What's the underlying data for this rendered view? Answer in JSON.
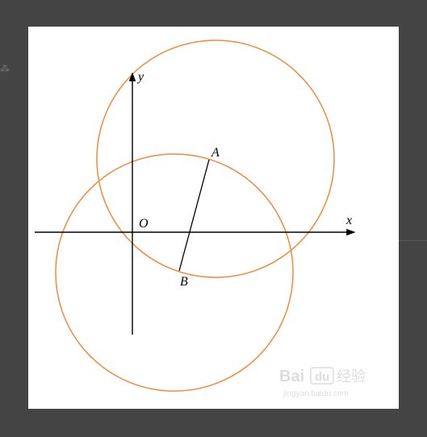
{
  "diagram": {
    "labels": {
      "y_axis": "y",
      "x_axis": "x",
      "origin": "O",
      "point_a": "A",
      "point_b": "B"
    },
    "colors": {
      "circle": "#f08a3c",
      "axes": "#000000",
      "segment": "#000000",
      "paper": "#ffffff",
      "background": "#444444"
    }
  },
  "watermark": {
    "brand": "Bai",
    "brand_box": "du",
    "site_cn": "经验",
    "url": "jingyan.baidu.com"
  }
}
